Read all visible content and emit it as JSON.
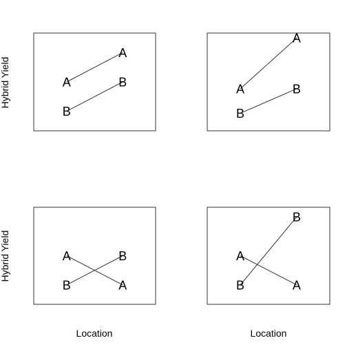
{
  "figure": {
    "ylabel": "Hybrid Yield",
    "xlabel": "Location"
  },
  "chart_data": [
    {
      "type": "line",
      "categories": [
        "",
        ""
      ],
      "xlabel": "",
      "ylabel": "Hybrid Yield",
      "ylim": [
        0,
        10
      ],
      "grid": false,
      "series": [
        {
          "name": "A",
          "values": [
            5,
            8
          ]
        },
        {
          "name": "B",
          "values": [
            2,
            5
          ]
        }
      ]
    },
    {
      "type": "line",
      "categories": [
        "",
        ""
      ],
      "xlabel": "",
      "ylabel": "",
      "ylim": [
        0,
        10
      ],
      "grid": false,
      "series": [
        {
          "name": "A",
          "values": [
            4.3,
            9.5
          ]
        },
        {
          "name": "B",
          "values": [
            1.8,
            4.3
          ]
        }
      ]
    },
    {
      "type": "line",
      "categories": [
        "",
        ""
      ],
      "xlabel": "Location",
      "ylabel": "Hybrid Yield",
      "ylim": [
        0,
        10
      ],
      "grid": false,
      "series": [
        {
          "name": "A",
          "values": [
            5,
            2
          ]
        },
        {
          "name": "B",
          "values": [
            2,
            5
          ]
        }
      ]
    },
    {
      "type": "line",
      "categories": [
        "",
        ""
      ],
      "xlabel": "Location",
      "ylabel": "",
      "ylim": [
        0,
        10
      ],
      "grid": false,
      "series": [
        {
          "name": "A",
          "values": [
            5,
            2
          ]
        },
        {
          "name": "B",
          "values": [
            2,
            9
          ]
        }
      ]
    }
  ]
}
